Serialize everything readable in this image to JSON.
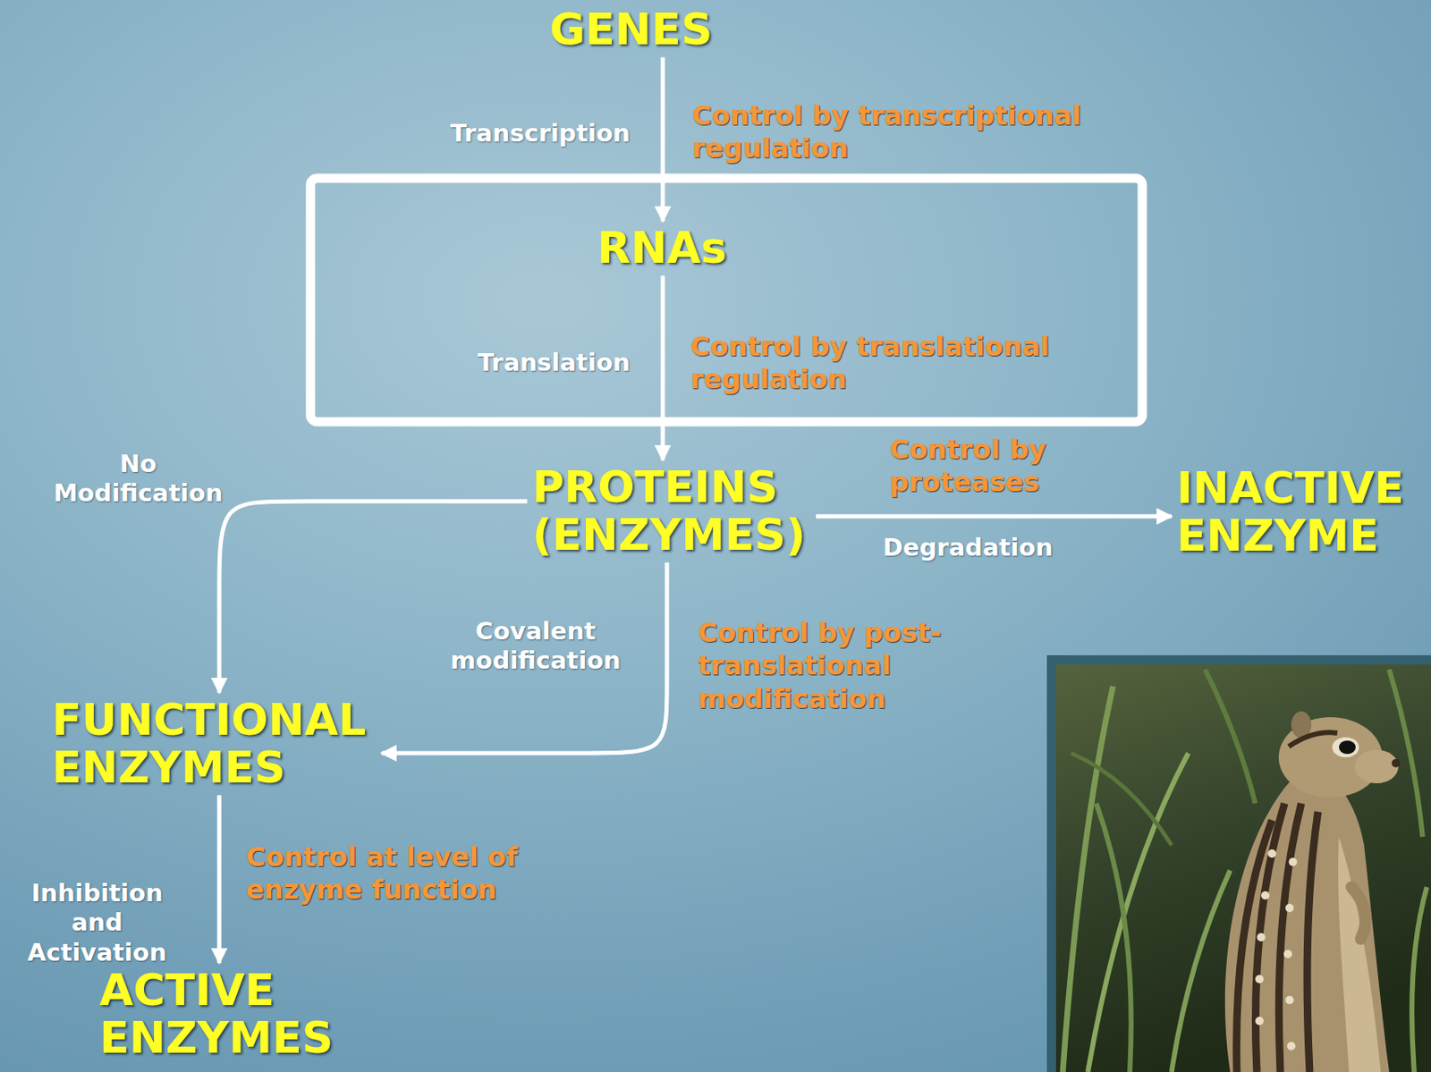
{
  "diagram": {
    "nodes": [
      {
        "text": [
          "GENES"
        ]
      },
      {
        "text": [
          "RNAs"
        ]
      },
      {
        "text": [
          "PROTEINS (ENZYMES)"
        ]
      },
      {
        "text": [
          "INACTIVE ENZYME"
        ]
      },
      {
        "text": [
          "FUNCTIONAL ENZYMES"
        ]
      },
      {
        "text": [
          "ACTIVE ENZYMES"
        ]
      }
    ],
    "edges": [
      {
        "from": 0,
        "to": 1,
        "arrow": "to",
        "label": "Transcription"
      },
      {
        "from": 1,
        "to": 2,
        "arrow": "to",
        "label": "Translation"
      },
      {
        "from": 2,
        "to": 3,
        "arrow": "to",
        "label": "Degradation"
      },
      {
        "from": 2,
        "to": 4,
        "arrow": "to",
        "label": "No Modification"
      },
      {
        "from": 2,
        "to": 4,
        "arrow": "to",
        "label": "Covalent modification"
      },
      {
        "from": 4,
        "to": 5,
        "arrow": "to",
        "label": "Inhibition and Activation"
      }
    ],
    "labels": [
      "Control by transcriptional regulation",
      "Control by translational regulation",
      "Control by proteases",
      "Control by post-translational modification",
      "Control at level of enzyme function"
    ]
  }
}
